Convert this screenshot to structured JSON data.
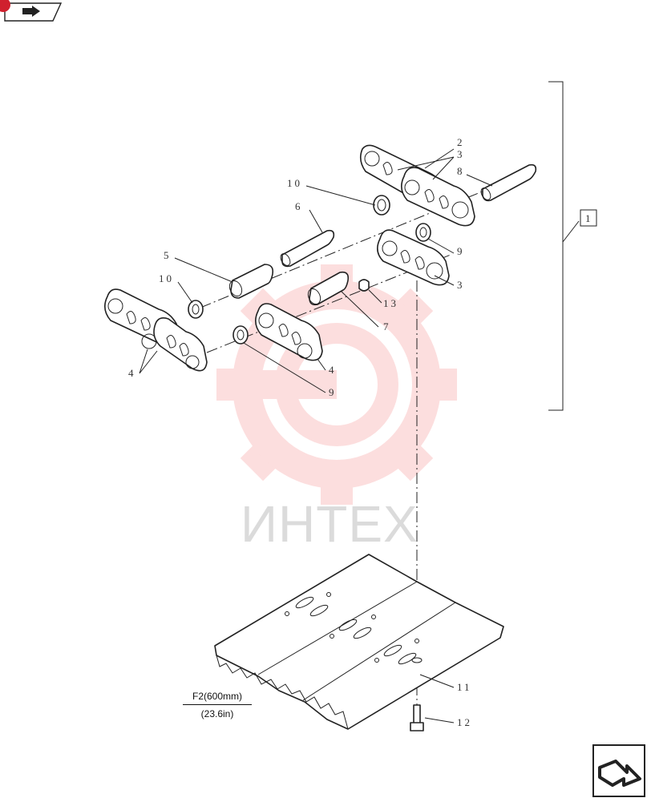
{
  "watermark": {
    "text": "ИНТЕХ",
    "color": "#f26b6b"
  },
  "assembly_label": "1",
  "callouts": {
    "c2": "2",
    "c3a": "3",
    "c8": "8",
    "c10a": "10",
    "c6": "6",
    "c9a": "9",
    "c3b": "3",
    "c5": "5",
    "c10b": "10",
    "c13": "13",
    "c7": "7",
    "c4a": "4",
    "c4b": "4",
    "c9b": "9",
    "c11": "11",
    "c12": "12"
  },
  "figure": {
    "main": "F2(600mm)",
    "sub": "(23.6in)"
  },
  "icons": {
    "top_nav": "nav-arrow-icon",
    "next": "next-page-arrow-icon"
  },
  "colors": {
    "accent": "#d0202e",
    "line": "#222222"
  }
}
